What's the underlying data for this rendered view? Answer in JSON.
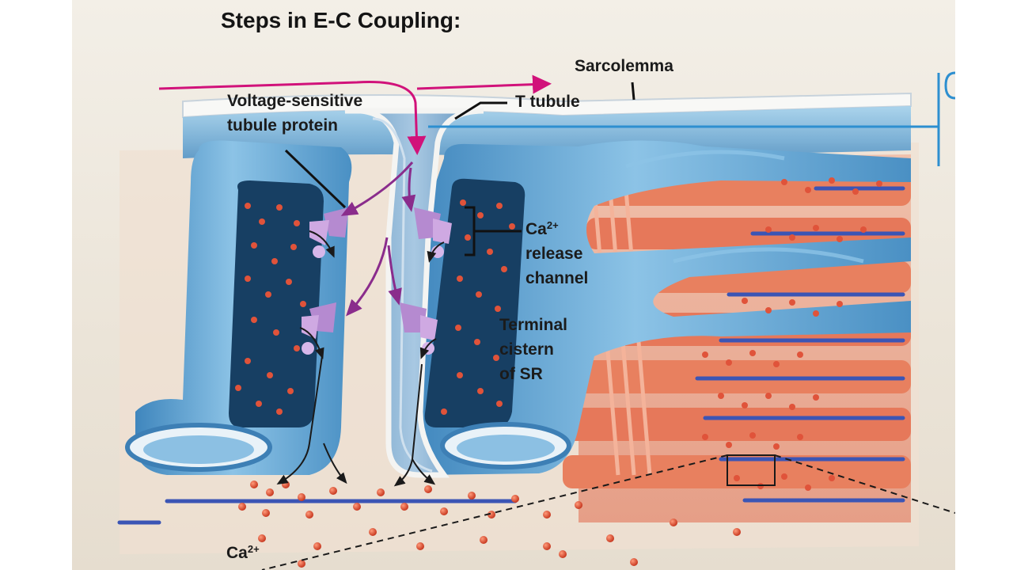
{
  "slide": {
    "title": "Steps in E-C Coupling:"
  },
  "labels": {
    "sarcolemma": "Sarcolemma",
    "t_tubule": "T tubule",
    "voltage_sensitive_line1": "Voltage-sensitive",
    "voltage_sensitive_line2": "tubule protein",
    "ca_release_symbol": "Ca",
    "ca_release_charge": "2+",
    "ca_release_line2": "release",
    "ca_release_line3": "channel",
    "terminal_line1": "Terminal",
    "terminal_line2": "cistern",
    "terminal_line3": "of SR",
    "ca_bottom_symbol": "Ca",
    "ca_bottom_charge": "2+"
  },
  "colors": {
    "membrane_blue": "#5aa2d2",
    "sr_dark": "#123a5e",
    "calcium_red": "#d8452a",
    "myofibril": "#e9775a",
    "actin_blue": "#3b55b5",
    "action_potential": "#d1127a",
    "channel_purple": "#b58ad0",
    "callout_blue": "#2d8fd0"
  }
}
